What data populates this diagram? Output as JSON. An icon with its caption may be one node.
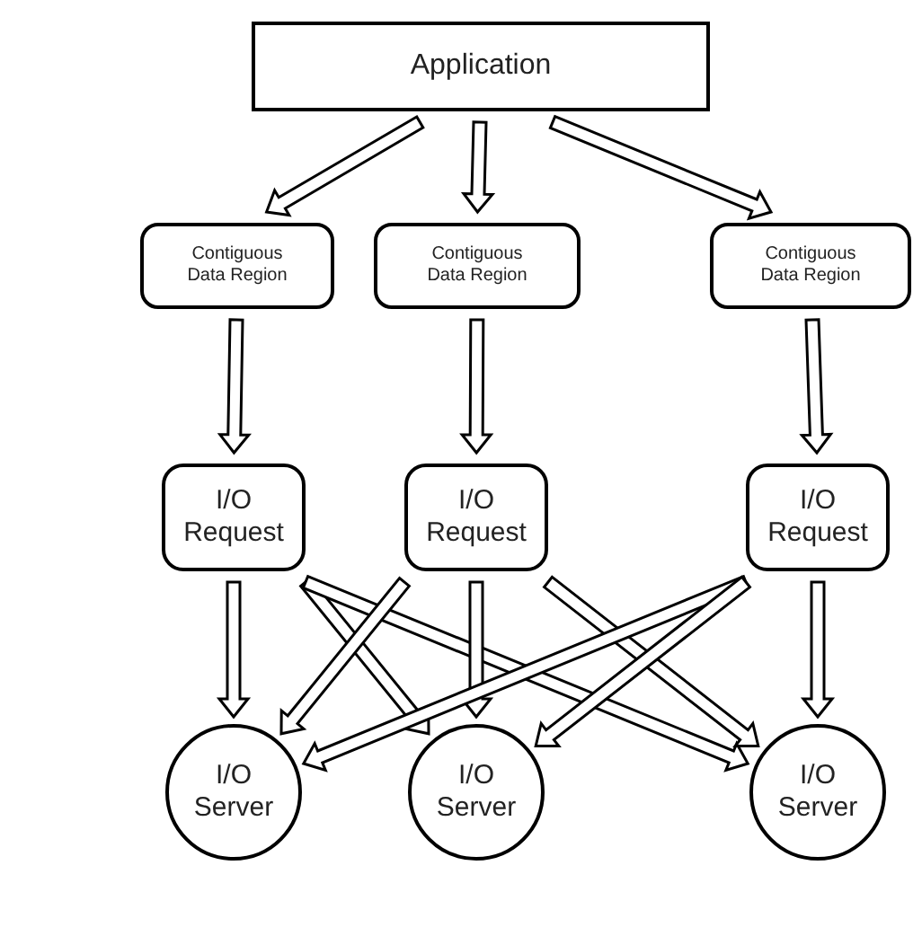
{
  "diagram": {
    "nodes": [
      {
        "text": [
          "Application"
        ]
      },
      {
        "text": [
          "Contiguous Data Region"
        ]
      },
      {
        "text": [
          "Contiguous Data Region"
        ]
      },
      {
        "text": [
          "Contiguous Data Region"
        ]
      },
      {
        "text": [
          "I/O Request"
        ]
      },
      {
        "text": [
          "I/O Request"
        ]
      },
      {
        "text": [
          "I/O Request"
        ]
      },
      {
        "text": [
          "I/O Server"
        ]
      },
      {
        "text": [
          "I/O Server"
        ]
      },
      {
        "text": [
          "I/O Server"
        ]
      }
    ],
    "edges": [
      {
        "from": 0,
        "to": 1,
        "arrow": "to"
      },
      {
        "from": 0,
        "to": 2,
        "arrow": "to"
      },
      {
        "from": 0,
        "to": 3,
        "arrow": "to"
      },
      {
        "from": 1,
        "to": 4,
        "arrow": "to"
      },
      {
        "from": 2,
        "to": 5,
        "arrow": "to"
      },
      {
        "from": 3,
        "to": 6,
        "arrow": "to"
      },
      {
        "from": 4,
        "to": 7,
        "arrow": "to"
      },
      {
        "from": 4,
        "to": 8,
        "arrow": "to"
      },
      {
        "from": 4,
        "to": 9,
        "arrow": "to"
      },
      {
        "from": 5,
        "to": 7,
        "arrow": "to"
      },
      {
        "from": 5,
        "to": 8,
        "arrow": "to"
      },
      {
        "from": 5,
        "to": 9,
        "arrow": "to"
      },
      {
        "from": 6,
        "to": 7,
        "arrow": "to"
      },
      {
        "from": 6,
        "to": 8,
        "arrow": "to"
      },
      {
        "from": 6,
        "to": 9,
        "arrow": "to"
      }
    ]
  }
}
